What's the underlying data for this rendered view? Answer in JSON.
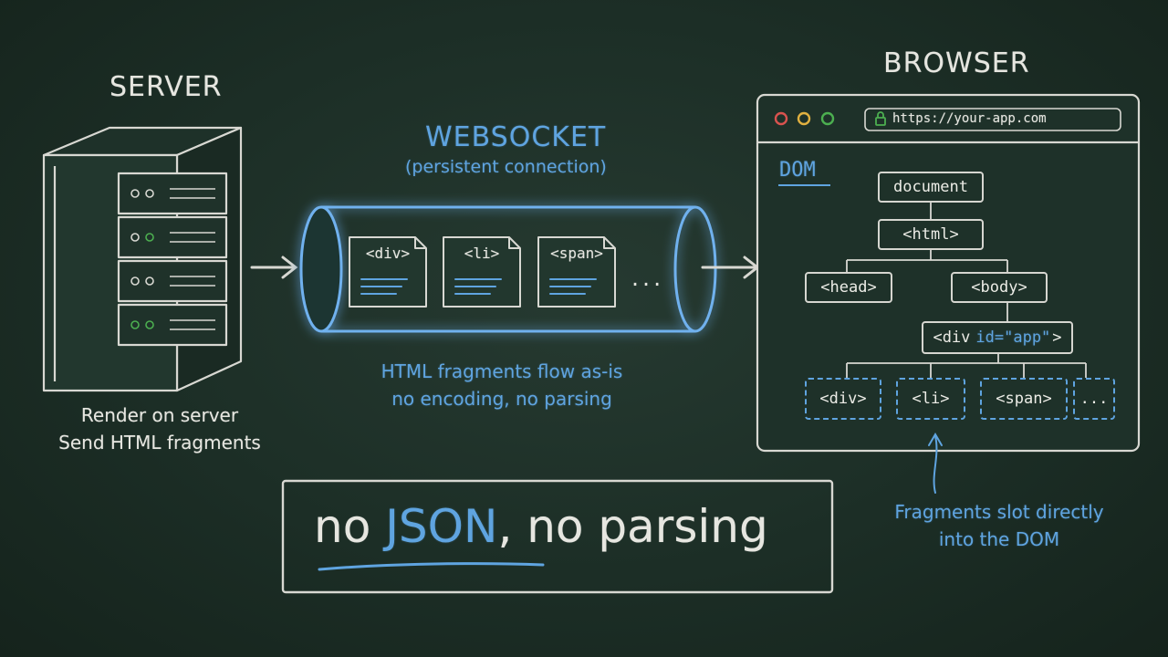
{
  "server": {
    "title": "SERVER",
    "caption_line1": "Render on server",
    "caption_line2": "Send HTML fragments"
  },
  "websocket": {
    "title": "WEBSOCKET",
    "subtitle": "(persistent connection)",
    "fragments": [
      "<div>",
      "<li>",
      "<span>"
    ],
    "ellipsis": "...",
    "caption_line1": "HTML fragments flow as-is",
    "caption_line2": "no encoding, no parsing"
  },
  "browser": {
    "title": "BROWSER",
    "url": "https://your-app.com",
    "dom_label": "DOM",
    "tree": {
      "document": "document",
      "html": "<html>",
      "head": "<head>",
      "body": "<body>",
      "app_div_open": "<div",
      "app_div_attr": "id=\"app\"",
      "app_div_close": ">",
      "slots": [
        "<div>",
        "<li>",
        "<span>"
      ],
      "slot_ellipsis": "..."
    },
    "caption_line1": "Fragments slot directly",
    "caption_line2": "into the DOM"
  },
  "slogan": {
    "part1": "no ",
    "highlight": "JSON",
    "part2": ", no parsing"
  },
  "colors": {
    "accent": "#5fa4e0",
    "chalk": "#e6e6e0",
    "board": "#1c2e26",
    "traffic_red": "#d9534f",
    "traffic_yellow": "#e0b040",
    "traffic_green": "#4caf50",
    "led_green": "#4caf50"
  }
}
